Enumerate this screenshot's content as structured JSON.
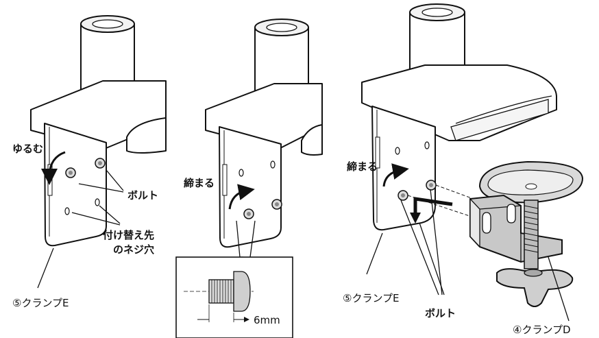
{
  "labels": {
    "loosen": "ゆるむ",
    "bolt_1": "ボルト",
    "replace_hole_line1": "付け替え先",
    "replace_hole_line2": "のネジ穴",
    "clamp_e_1": "⑤クランプE",
    "tighten_1": "締まる",
    "dim_6mm": "6mm",
    "tighten_2": "締まる",
    "clamp_e_2": "⑤クランプE",
    "bolt_2": "ボルト",
    "clamp_d": "④クランプD"
  },
  "colors": {
    "outline": "#111111",
    "body_fill": "#ffffff",
    "shade_light": "#e6e6e6",
    "shade_mid": "#cfcfcf",
    "shade_dark": "#a8a8a8",
    "arrow": "#111111"
  },
  "icons": [
    "loosen-arrow-icon",
    "tighten-arrow-icon",
    "slide-arrow-icon",
    "bolt-icon"
  ]
}
